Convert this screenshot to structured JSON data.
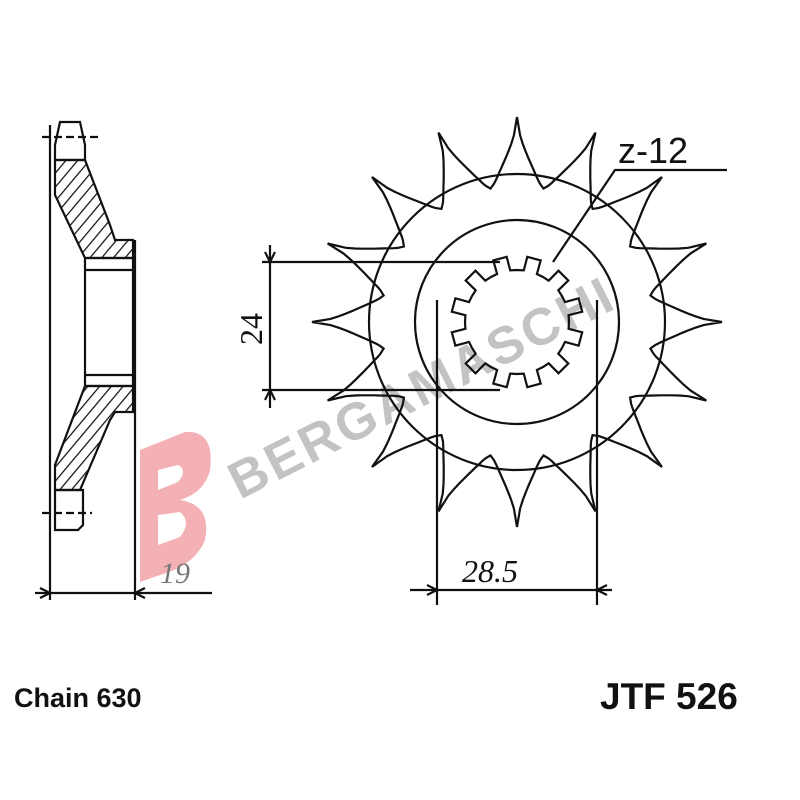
{
  "drawing": {
    "teeth_label": "z-12",
    "dim_height": "24",
    "dim_width": "28.5",
    "dim_thickness": "19",
    "sprocket_teeth": 16,
    "spline_teeth": 12,
    "line_color": "#111111"
  },
  "watermark": {
    "text": "BERGAMASCHI",
    "logo_color": "#f2a3a8",
    "text_color": "#b5b5b5"
  },
  "footer": {
    "chain": "Chain 630",
    "part_code": "JTF 526"
  }
}
